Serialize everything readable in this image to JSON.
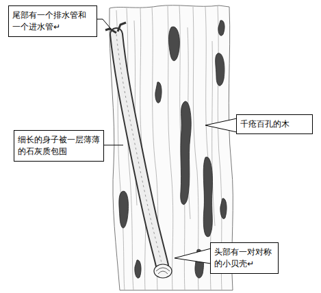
{
  "diagram": {
    "nodes": [
      {
        "text": [
          "尾部有一个排水管和一个进水管↵"
        ]
      },
      {
        "text": [
          "千疮百孔的木"
        ]
      },
      {
        "text": [
          "细长的身子被一层薄薄的石灰质包围"
        ]
      },
      {
        "text": [
          "头部有一对对称的小贝壳↵"
        ]
      }
    ]
  }
}
